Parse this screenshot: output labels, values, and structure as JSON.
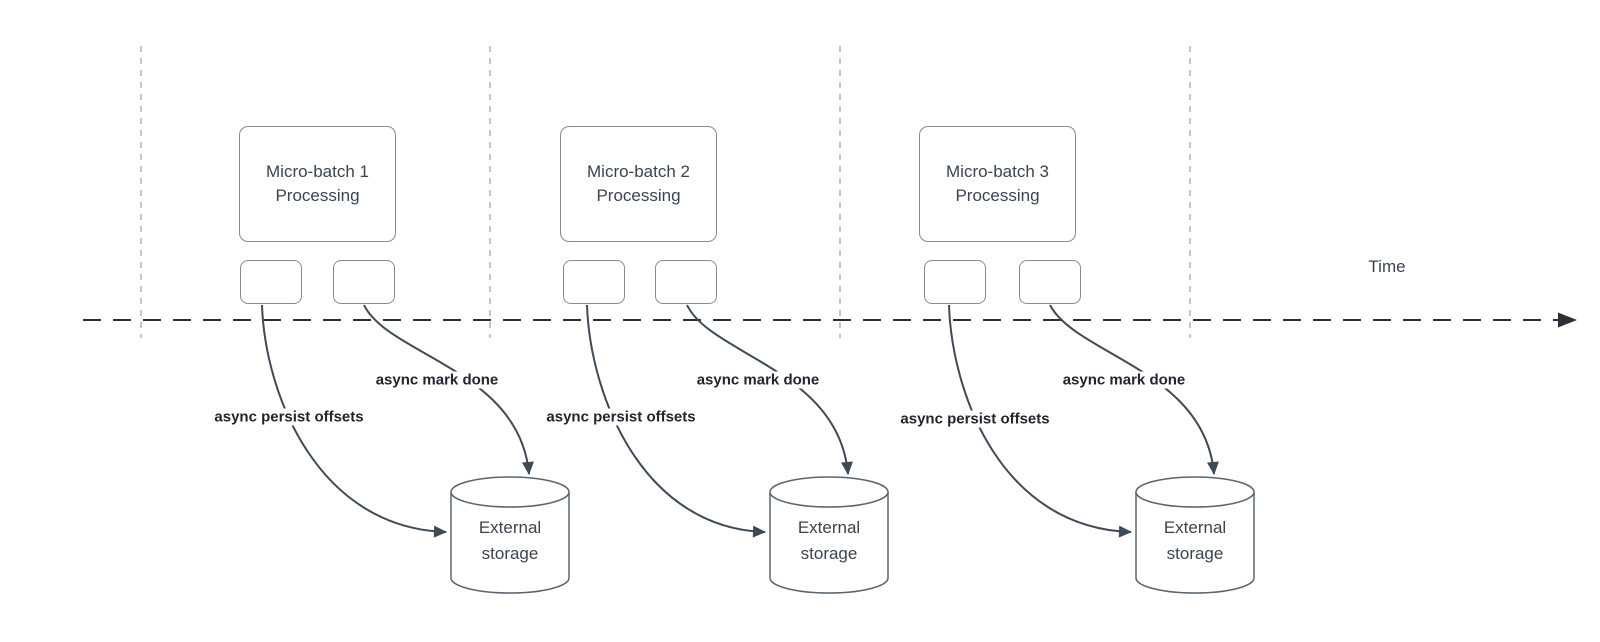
{
  "diagram": {
    "time_axis": {
      "label": "Time"
    },
    "batches": [
      {
        "box_line1": "Micro-batch 1",
        "box_line2": "Processing",
        "persist_arrow_label": "async persist offsets",
        "mark_done_arrow_label": "async mark done",
        "storage_line1": "External",
        "storage_line2": "storage"
      },
      {
        "box_line1": "Micro-batch 2",
        "box_line2": "Processing",
        "persist_arrow_label": "async persist offsets",
        "mark_done_arrow_label": "async mark done",
        "storage_line1": "External",
        "storage_line2": "storage"
      },
      {
        "box_line1": "Micro-batch 3",
        "box_line2": "Processing",
        "persist_arrow_label": "async persist offsets",
        "mark_done_arrow_label": "async mark done",
        "storage_line1": "External",
        "storage_line2": "storage"
      }
    ],
    "colors": {
      "box_border": "#8a8a8a",
      "arrow_stroke": "#3f4a57",
      "timeline_stroke": "#2b2f36",
      "interval_line": "#b3b3b3",
      "text": "#3a4450",
      "label_text": "#21262e",
      "background": "#ffffff"
    }
  }
}
